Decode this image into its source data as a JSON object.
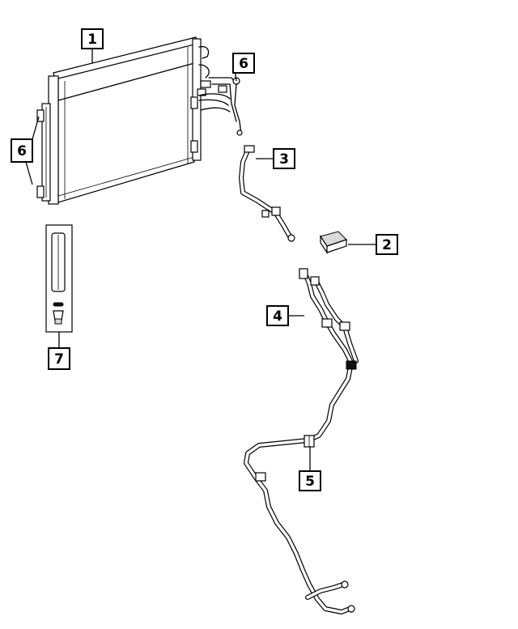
{
  "callouts": [
    {
      "id": "1",
      "label": "1",
      "part": "condenser"
    },
    {
      "id": "2",
      "label": "2",
      "part": "pad"
    },
    {
      "id": "3",
      "label": "3",
      "part": "suction-line"
    },
    {
      "id": "4",
      "label": "4",
      "part": "liquid-line"
    },
    {
      "id": "5",
      "label": "5",
      "part": "line-clip"
    },
    {
      "id": "6a",
      "label": "6",
      "part": "bracket-right"
    },
    {
      "id": "6b",
      "label": "6",
      "part": "bracket-left"
    },
    {
      "id": "7",
      "label": "7",
      "part": "receiver-drier-kit"
    }
  ],
  "colors": {
    "line": "#000000",
    "background": "#ffffff"
  }
}
